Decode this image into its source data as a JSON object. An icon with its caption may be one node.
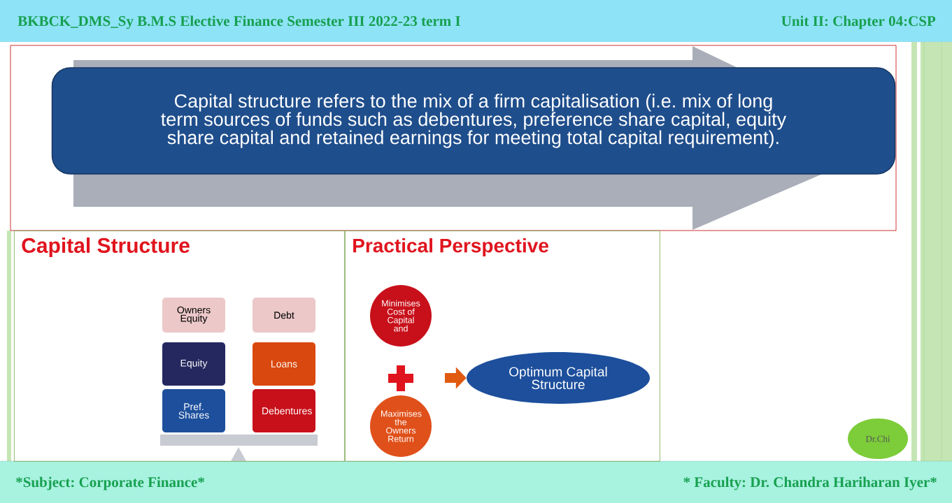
{
  "diagram": {
    "nodes": [
      {
        "text": [
          "Capital structure refers to the mix of a firm capitalisation (i.e. mix of long term sources of funds such as debentures, preference share capital, equity share capital and retained earnings for meeting total capital requirement)."
        ]
      },
      {
        "text": [
          "Capital Structure"
        ]
      },
      {
        "text": [
          "Owners Equity"
        ],
        "in": 1
      },
      {
        "text": [
          "Debt"
        ],
        "in": 1
      },
      {
        "text": [
          "Equity"
        ],
        "in": 1
      },
      {
        "text": [
          "Loans"
        ],
        "in": 1
      },
      {
        "text": [
          "Pref. Shares"
        ],
        "in": 1
      },
      {
        "text": [
          "Debentures"
        ],
        "in": 1
      },
      {
        "text": [
          "Practical Perspective"
        ]
      },
      {
        "text": [
          "Minimises Cost of Capital and"
        ],
        "in": 8
      },
      {
        "text": [
          "Maximises the Owners Return"
        ],
        "in": 8
      },
      {
        "text": [
          "Optimum Capital Structure"
        ],
        "in": 8
      },
      {
        "text": [
          "Dr.Chi"
        ]
      }
    ],
    "edges": [
      {
        "from": null,
        "to": 11,
        "arrow": "to"
      }
    ],
    "labels": [
      "BKBCK_DMS_Sy B.M.S Elective Finance Semester III 2022-23 term I",
      "Unit II: Chapter 04:CSP",
      "*Subject: Corporate Finance*",
      "* Faculty: Dr. Chandra Hariharan Iyer*"
    ]
  }
}
